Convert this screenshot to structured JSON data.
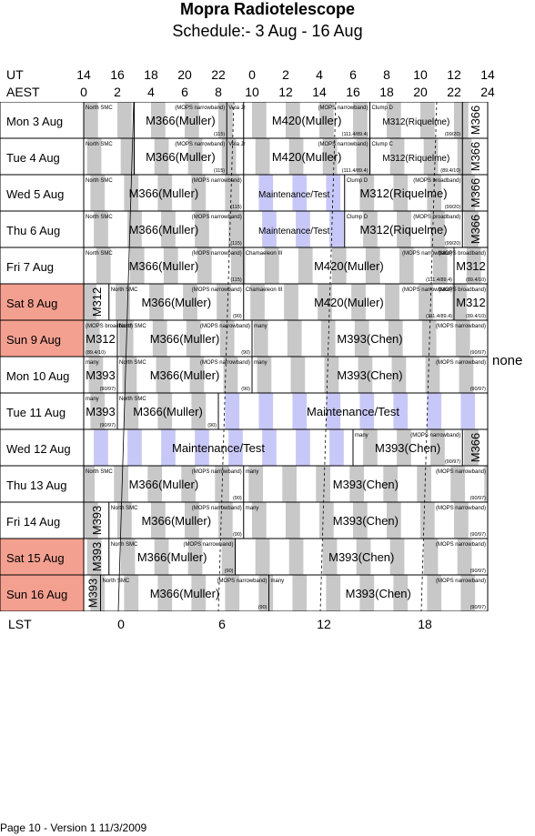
{
  "title": "Mopra Radiotelescope",
  "subtitle": "Schedule:- 3  Aug - 16 Aug",
  "header": {
    "ut_label": "UT",
    "aest_label": "AEST",
    "ut_ticks": [
      "14",
      "16",
      "18",
      "20",
      "22",
      "0",
      "2",
      "4",
      "6",
      "8",
      "10",
      "12",
      "14"
    ],
    "aest_ticks": [
      "0",
      "2",
      "4",
      "6",
      "8",
      "10",
      "12",
      "14",
      "16",
      "18",
      "20",
      "22",
      "24"
    ]
  },
  "lst": {
    "label": "LST",
    "ticks": [
      "0",
      "6",
      "12",
      "18"
    ]
  },
  "side_note": "none",
  "footer": "Page 10 - Version 1  11/3/2009",
  "colors": {
    "weekend": "#f4a090",
    "grey_band": "#c8c8c8",
    "maint_band": "#c8c8f8"
  },
  "days": [
    {
      "label": "Mon   3  Aug",
      "weekend": false,
      "lst_start": 0.2,
      "blocks": [
        {
          "s": 0,
          "e": 3,
          "main": "",
          "tl": "North SMC",
          "tr": ""
        },
        {
          "s": 3,
          "e": 8.5,
          "main": "M366(Muller)",
          "tl": "",
          "tr": "(MOPS narrowband)",
          "br": "(115)"
        },
        {
          "s": 8.5,
          "e": 9.5,
          "main": "",
          "tl": "Vela Jr",
          "tr": ""
        },
        {
          "s": 9.5,
          "e": 17,
          "main": "M420(Muller)",
          "tl": "",
          "tr": "(MOPS narrowband)",
          "br": "(111.4/89.4)"
        },
        {
          "s": 17,
          "e": 22.5,
          "main": "M312(Riquelme)",
          "small": true,
          "tl": "Clump D",
          "br": "(99/20)"
        },
        {
          "s": 22.5,
          "e": 24,
          "main": "M366",
          "vertical": true
        }
      ]
    },
    {
      "label": "Tue   4  Aug",
      "weekend": false,
      "lst_start": 0.4,
      "blocks": [
        {
          "s": 0,
          "e": 3,
          "main": "",
          "tl": "North SMC"
        },
        {
          "s": 3,
          "e": 8.5,
          "main": "M366(Muller)",
          "tr": "(MOPS narrowband)",
          "br": "(115)"
        },
        {
          "s": 8.5,
          "e": 9.5,
          "main": "",
          "tl": "Vela Jr"
        },
        {
          "s": 9.5,
          "e": 17,
          "main": "M420(Muller)",
          "tr": "(MOPS narrowband)",
          "br": "(111.4/89.4)"
        },
        {
          "s": 17,
          "e": 22.5,
          "main": "M312(Riquelme)",
          "small": true,
          "tl": "Clump C",
          "br": "(89.4/10)"
        },
        {
          "s": 22.5,
          "e": 24,
          "main": "M366",
          "vertical": true
        }
      ]
    },
    {
      "label": "Wed   5  Aug",
      "weekend": false,
      "lst_start": 0.6,
      "blocks": [
        {
          "s": 0,
          "e": 9.5,
          "main": "M366(Muller)",
          "tl": "North SMC",
          "tr": "(MOPS narrowband)",
          "br": "(115)"
        },
        {
          "s": 9.5,
          "e": 15.5,
          "main": "Maintenance/Test",
          "small": true,
          "maint": true
        },
        {
          "s": 15.5,
          "e": 22.5,
          "main": "M312(Riquelme)",
          "tl": "Clump D",
          "tr": "(MOPS broadband)",
          "br": "(99/20)"
        },
        {
          "s": 22.5,
          "e": 24,
          "main": "M366",
          "vertical": true
        }
      ]
    },
    {
      "label": "Thu   6  Aug",
      "weekend": false,
      "lst_start": 0.8,
      "blocks": [
        {
          "s": 0,
          "e": 9.5,
          "main": "M366(Muller)",
          "tl": "North SMC",
          "tr": "(MOPS narrowband)",
          "br": "(115)"
        },
        {
          "s": 9.5,
          "e": 15.5,
          "main": "Maintenance/Test",
          "small": true,
          "maint": true
        },
        {
          "s": 15.5,
          "e": 22.5,
          "main": "M312(Riquelme)",
          "tl": "Clump D",
          "tr": "(MOPS broadband)",
          "br": "(99/20)"
        },
        {
          "s": 22.5,
          "e": 24,
          "main": "M366",
          "vertical": true
        }
      ]
    },
    {
      "label": "Fri     7  Aug",
      "weekend": false,
      "lst_start": 0.95,
      "blocks": [
        {
          "s": 0,
          "e": 9.5,
          "main": "M366(Muller)",
          "tl": "North SMC",
          "tr": "(MOPS narrowband)",
          "br": "(115)"
        },
        {
          "s": 9.5,
          "e": 22,
          "main": "M420(Muller)",
          "tl": "Chamaeleon  III",
          "tr": "(MOPS narrowband)",
          "br": "(111.4/89.4)"
        },
        {
          "s": 22,
          "e": 24,
          "main": "M312",
          "tr": "(MOPS broadband)",
          "br": "(89.4/10)"
        }
      ]
    },
    {
      "label": "Sat   8  Aug",
      "weekend": true,
      "lst_start": 1.1,
      "blocks": [
        {
          "s": 0,
          "e": 1.5,
          "main": "M312",
          "vertical": true
        },
        {
          "s": 1.5,
          "e": 9.5,
          "main": "M366(Muller)",
          "tl": "North SMC",
          "tr": "(MOPS narrowband)",
          "br": "(90)"
        },
        {
          "s": 9.5,
          "e": 22,
          "main": "M420(Muller)",
          "tl": "Chamaeleon  III",
          "tr": "(MOPS narrowband)",
          "br": "(111.4/89.4)"
        },
        {
          "s": 22,
          "e": 24,
          "main": "M312",
          "tr": "(MOPS broadband)",
          "br": "(89.4/10)"
        }
      ]
    },
    {
      "label": "Sun   9  Aug",
      "weekend": true,
      "lst_start": 1.3,
      "blocks": [
        {
          "s": 0,
          "e": 2,
          "main": "M312",
          "tl": "(MOPS broadband)",
          "bl": "(89.4/10)"
        },
        {
          "s": 2,
          "e": 10,
          "main": "M366(Muller)",
          "tl": "North SMC",
          "tr": "(MOPS narrowband)",
          "br": "(90)"
        },
        {
          "s": 10,
          "e": 24,
          "main": "M393(Chen)",
          "tl": "many",
          "tr": "(MOPS narrowband)",
          "br": "(90/97)"
        }
      ]
    },
    {
      "label": "Mon  10 Aug",
      "weekend": false,
      "lst_start": 1.5,
      "blocks": [
        {
          "s": 0,
          "e": 2,
          "main": "M393",
          "tl": "many",
          "br": "(90/97)"
        },
        {
          "s": 2,
          "e": 10,
          "main": "M366(Muller)",
          "tl": "North SMC",
          "tr": "(MOPS narrowband)",
          "br": "(90)"
        },
        {
          "s": 10,
          "e": 24,
          "main": "M393(Chen)",
          "tl": "many",
          "tr": "(MOPS narrowband)",
          "br": "(90/97)"
        }
      ]
    },
    {
      "label": "Tue   11  Aug",
      "weekend": false,
      "lst_start": 1.6,
      "blocks": [
        {
          "s": 0,
          "e": 2,
          "main": "M393",
          "tl": "many",
          "br": "(90/97)"
        },
        {
          "s": 2,
          "e": 8,
          "main": "M366(Muller)",
          "tl": "North SMC",
          "br": "(90)"
        },
        {
          "s": 8,
          "e": 24,
          "main": "Maintenance/Test",
          "maint": true
        }
      ]
    },
    {
      "label": "Wed  12 Aug",
      "weekend": false,
      "lst_start": 1.8,
      "blocks": [
        {
          "s": 0,
          "e": 16,
          "main": "Maintenance/Test",
          "maint": true
        },
        {
          "s": 16,
          "e": 22.5,
          "main": "M393(Chen)",
          "tl": "many",
          "tr": "(MOPS narrowband)",
          "br": "(90/97)"
        },
        {
          "s": 22.5,
          "e": 24,
          "main": "M366",
          "vertical": true
        }
      ]
    },
    {
      "label": "Thu   13  Aug",
      "weekend": false,
      "lst_start": 2.0,
      "blocks": [
        {
          "s": 0,
          "e": 9.5,
          "main": "M366(Muller)",
          "tl": "North SMC",
          "tr": "(MOPS narrowband)",
          "br": "(90)"
        },
        {
          "s": 9.5,
          "e": 24,
          "main": "M393(Chen)",
          "tl": "many",
          "tr": "(MOPS narrowband)",
          "br": "(90/97)"
        }
      ]
    },
    {
      "label": "Fri    14  Aug",
      "weekend": false,
      "lst_start": 2.2,
      "blocks": [
        {
          "s": 0,
          "e": 1.5,
          "main": "M393",
          "vertical": true
        },
        {
          "s": 1.5,
          "e": 9.5,
          "main": "M366(Muller)",
          "tl": "North SMC",
          "tr": "(MOPS narrowband)",
          "br": "(90)"
        },
        {
          "s": 9.5,
          "e": 24,
          "main": "M393(Chen)",
          "tl": "many",
          "tr": "(MOPS narrowband)",
          "br": "(90/97)"
        }
      ]
    },
    {
      "label": "Sat  15  Aug",
      "weekend": true,
      "lst_start": 2.4,
      "blocks": [
        {
          "s": 0,
          "e": 1.5,
          "main": "M393",
          "vertical": true
        },
        {
          "s": 1.5,
          "e": 9,
          "main": "M366(Muller)",
          "tl": "North SMC",
          "tr": "(MOPS narrowband)",
          "br": "(90)"
        },
        {
          "s": 9,
          "e": 24,
          "main": "M393(Chen)",
          "tr": "(MOPS narrowband)",
          "br": "(90/97)"
        }
      ]
    },
    {
      "label": "Sun  16  Aug",
      "weekend": true,
      "lst_start": 2.6,
      "blocks": [
        {
          "s": 0,
          "e": 1,
          "main": "M393",
          "vertical": true
        },
        {
          "s": 1,
          "e": 11,
          "main": "M366(Muller)",
          "tl": "North SMC",
          "tr": "(MOPS narrowband)",
          "br": "(90)"
        },
        {
          "s": 11,
          "e": 24,
          "main": "M393(Chen)",
          "tl": "many",
          "tr": "(MOPS narrowband)",
          "br": "(90/97)"
        }
      ]
    }
  ]
}
